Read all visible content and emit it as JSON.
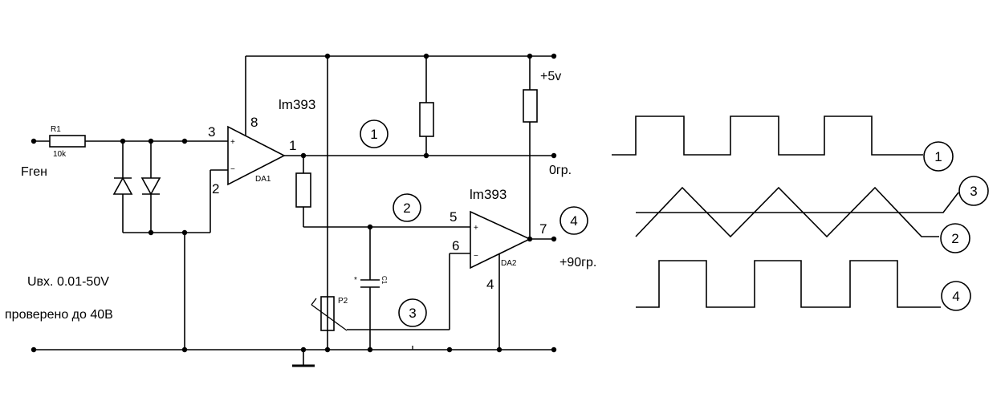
{
  "labels": {
    "r1": "R1",
    "r1_value": "10k",
    "input": "Fген",
    "opamp1_name": "lm393",
    "opamp2_name": "lm393",
    "da1": "DA1",
    "da2": "DA2",
    "pin1": "1",
    "pin2": "2",
    "pin3": "3",
    "pin4": "4",
    "pin5": "5",
    "pin6": "6",
    "pin7": "7",
    "pin8": "8",
    "plus": "+",
    "minus": "−",
    "supply": "+5v",
    "out0": "0гр.",
    "out90": "+90гр.",
    "c1": "C1",
    "c1_star": "*",
    "p2": "P2",
    "uin": "Uвх. 0.01-50V",
    "tested": "проверено до 40В"
  },
  "markers": {
    "m1": "1",
    "m2": "2",
    "m3": "3",
    "m4": "4"
  },
  "waveforms": {
    "marker1": "1",
    "marker2": "2",
    "marker3": "3",
    "marker4": "4"
  }
}
